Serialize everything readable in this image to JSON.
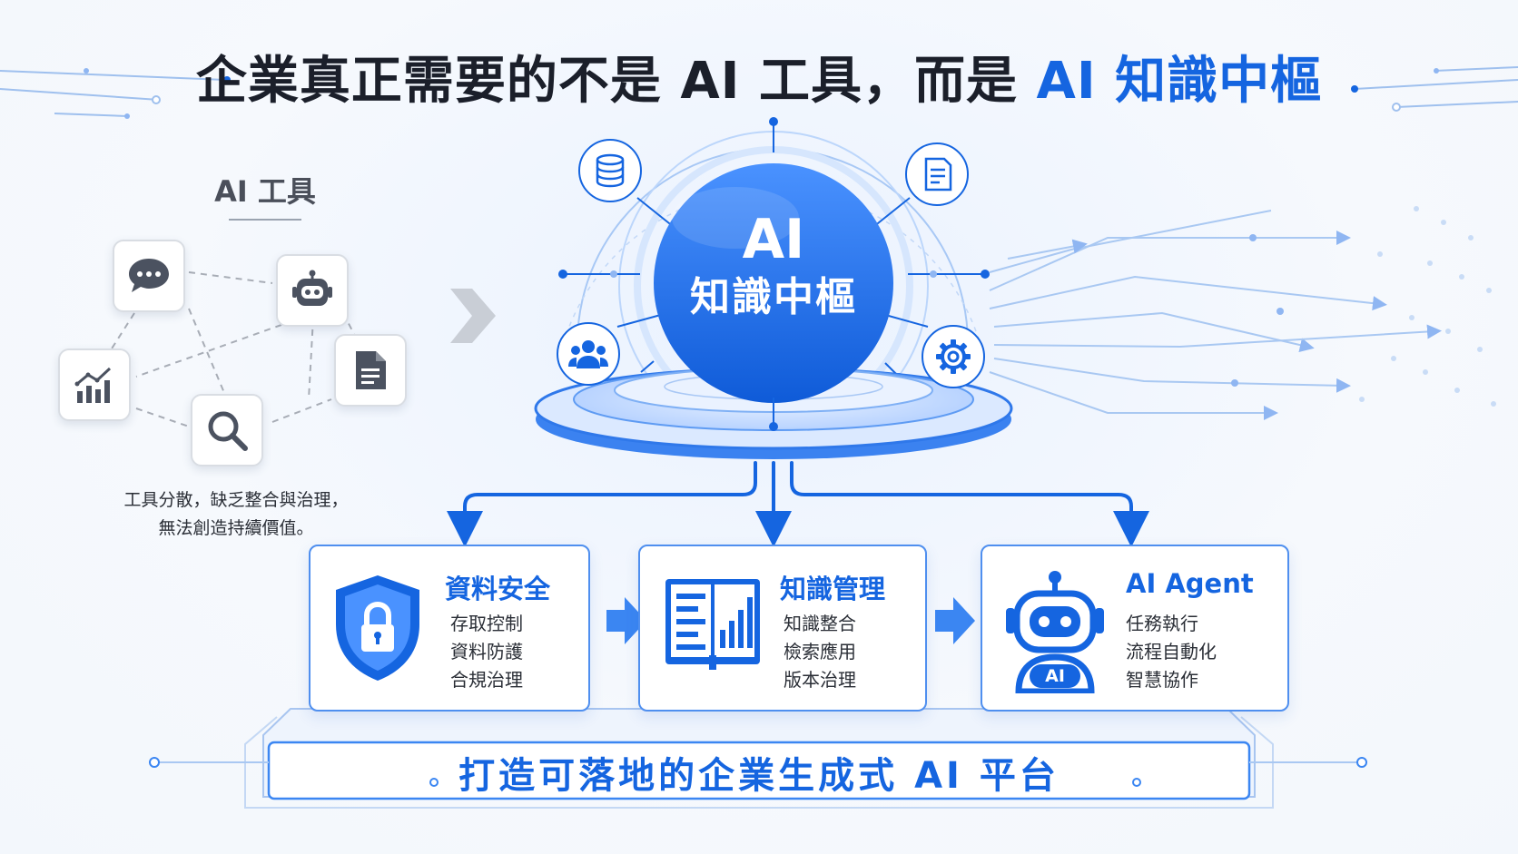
{
  "title": {
    "prefix": "企業真正需要的不是 AI 工具，而是 ",
    "highlight": "AI 知識中樞"
  },
  "tools": {
    "label": "AI 工具",
    "icons": [
      "chat-bubble-icon",
      "robot-icon",
      "chart-icon",
      "document-icon",
      "search-icon"
    ],
    "caption_line1": "工具分散，缺乏整合與治理，",
    "caption_line2": "無法創造持續價值。"
  },
  "hub": {
    "title": "AI",
    "subtitle": "知識中樞",
    "orbit_icons": [
      "database-icon",
      "document-icon",
      "users-icon",
      "gear-icon"
    ]
  },
  "cards": [
    {
      "title": "資料安全",
      "icon": "shield-lock-icon",
      "items": [
        "存取控制",
        "資料防護",
        "合規治理"
      ]
    },
    {
      "title": "知識管理",
      "icon": "book-chart-icon",
      "items": [
        "知識整合",
        "檢索應用",
        "版本治理"
      ]
    },
    {
      "title": "AI Agent",
      "icon": "robot-icon",
      "icon_badge": "AI",
      "items": [
        "任務執行",
        "流程自動化",
        "智慧協作"
      ]
    }
  ],
  "platform": {
    "label": "打造可落地的企業生成式 AI 平台"
  },
  "colors": {
    "accent": "#1565e0",
    "text": "#1b1f2a",
    "hub_gradient": [
      "#4a92ff",
      "#0f5bd8"
    ]
  }
}
